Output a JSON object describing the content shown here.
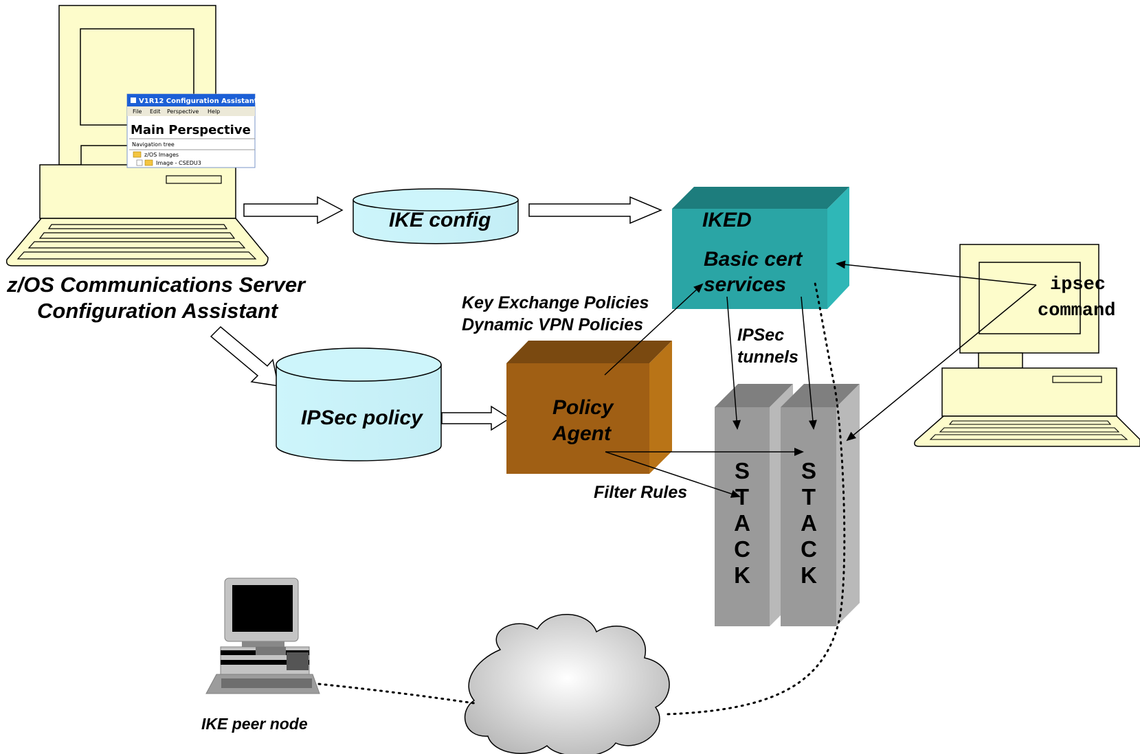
{
  "labels": {
    "ca_line1": "z/OS Communications Server",
    "ca_line2": "Configuration Assistant",
    "ike_config": "IKE config",
    "ipsec_policy": "IPSec policy",
    "iked_title": "IKED",
    "iked_line1": "Basic cert",
    "iked_line2": "services",
    "policy_agent_line1": "Policy",
    "policy_agent_line2": "Agent",
    "key_exchange": "Key Exchange Policies",
    "dynamic_vpn": "Dynamic VPN Policies",
    "ipsec_tunnels_line1": "IPSec",
    "ipsec_tunnels_line2": "tunnels",
    "filter_rules": "Filter Rules",
    "ipsec_cmd_line1": "ipsec",
    "ipsec_cmd_line2": "command",
    "ike_peer": "IKE peer node"
  },
  "stack_letters": [
    "S",
    "T",
    "A",
    "C",
    "K"
  ],
  "ui_window": {
    "title": "V1R12 Configuration Assistant",
    "menu": [
      "File",
      "Edit",
      "Perspective",
      "Help"
    ],
    "heading": "Main Perspective",
    "nav_label": "Navigation tree",
    "tree_item1": "z/OS Images",
    "tree_item2": "Image - CSEDU3"
  },
  "colors": {
    "terminal_fill": "#fdfccb",
    "cylinder_fill": "#cdf5fb",
    "iked_front": "#2aa5a5",
    "iked_top": "#1d7d7d",
    "iked_side": "#2fb7b7",
    "policy_front": "#a05f14",
    "policy_top": "#7a4910",
    "policy_side": "#b97417",
    "stack_front": "#9a9a9a",
    "stack_side": "#b9b9b9",
    "cloud_fill": "#d9d9d9"
  }
}
